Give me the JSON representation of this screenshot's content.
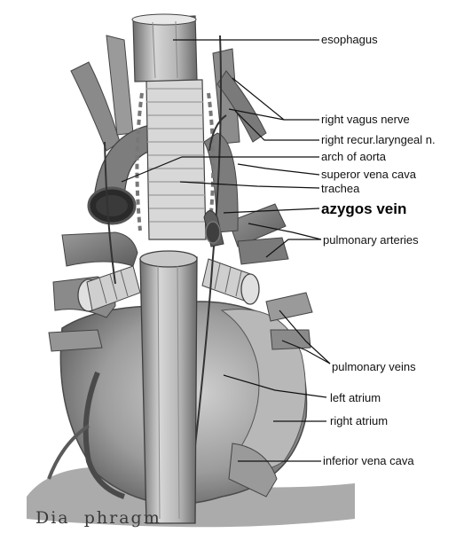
{
  "labels": {
    "esophagus": "esophagus",
    "right_vagus_nerve": "right vagus nerve",
    "right_recur_laryngeal": "right recur.laryngeal n.",
    "arch_of_aorta": "arch of aorta",
    "superior_vena_cava": "superor vena cava",
    "trachea": "trachea",
    "azygos_vein": "azygos vein",
    "pulmonary_arteries": "pulmonary arteries",
    "pulmonary_veins": "pulmonary veins",
    "left_atrium": "left atrium",
    "right_atrium": "right atrium",
    "inferior_vena_cava": "inferior vena cava"
  },
  "diaphragm_lettering": "Dia  phragm",
  "colors": {
    "background": "#ffffff",
    "label_text": "#111111",
    "illustration_mid": "#a8a8a8",
    "illustration_dark": "#555555"
  }
}
